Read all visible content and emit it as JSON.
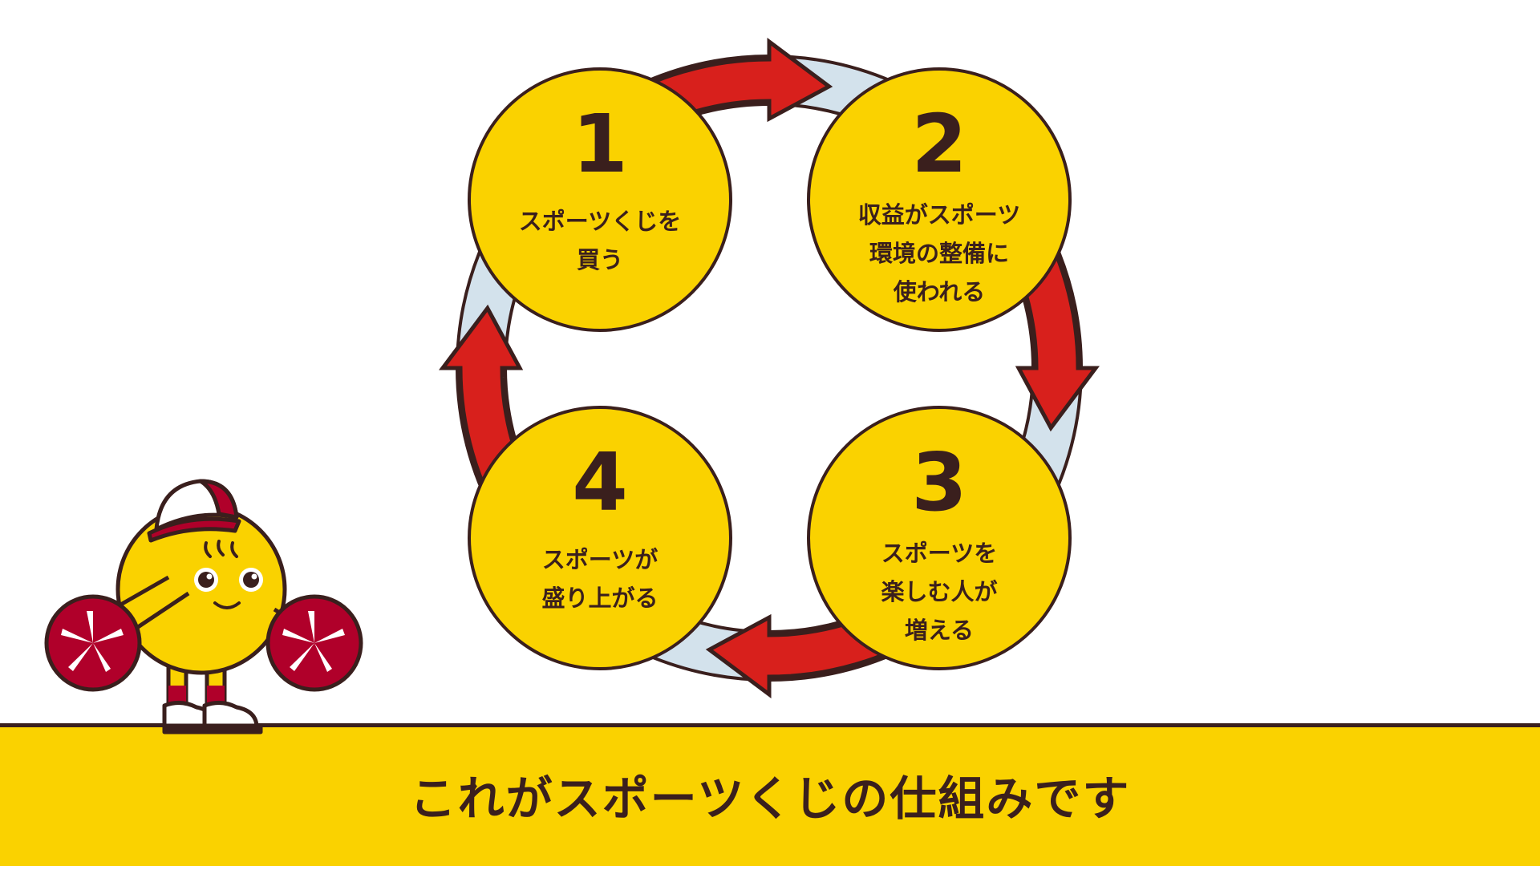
{
  "steps": [
    {
      "number": "1",
      "text": "スポーツくじを\n買う"
    },
    {
      "number": "2",
      "text": "収益がスポーツ\n環境の整備に\n使われる"
    },
    {
      "number": "3",
      "text": "スポーツを\n楽しむ人が\n増える"
    },
    {
      "number": "4",
      "text": "スポーツが\n盛り上がる"
    }
  ],
  "caption": "これがスポーツくじの仕組みです",
  "colors": {
    "yellow": "#fad200",
    "red": "#d8201c",
    "ring": "#d3e2ec",
    "outline": "#3a1f1d",
    "maroon": "#b0002a"
  }
}
